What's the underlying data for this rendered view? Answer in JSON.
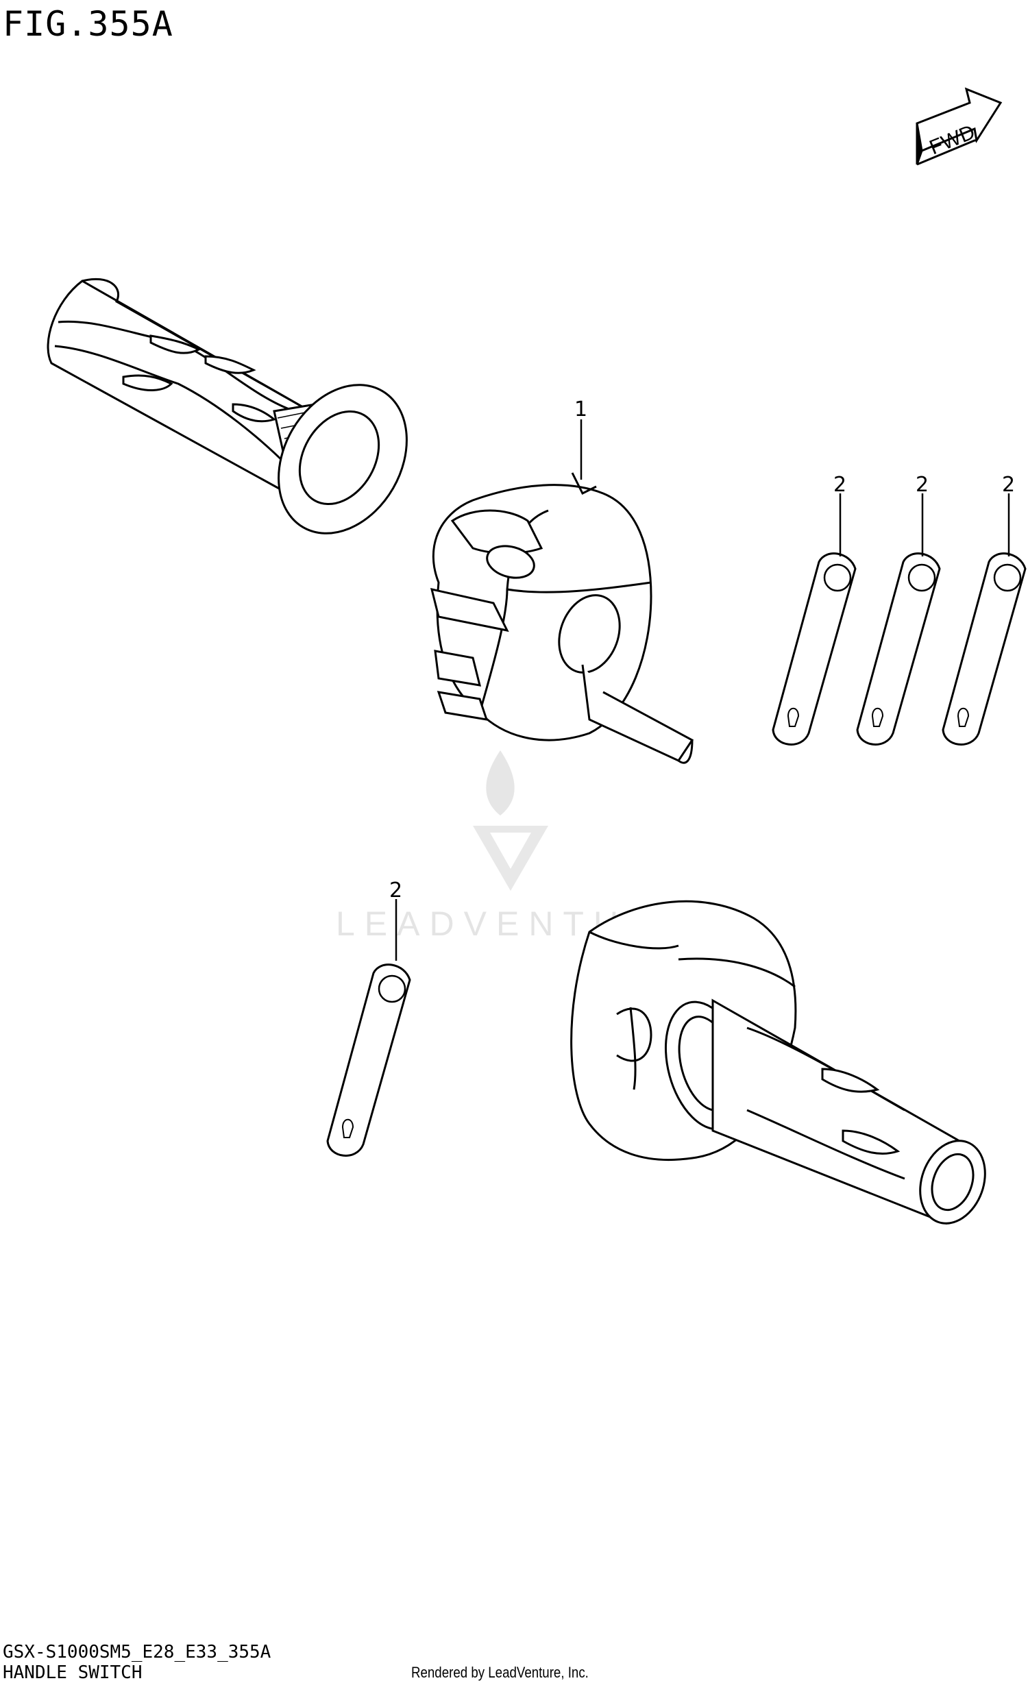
{
  "figure": {
    "title": "FIG.355A",
    "model_code": "GSX-S1000SM5_E28_E33_355A",
    "section_name": "HANDLE SWITCH",
    "rendered_by": "Rendered by LeadVenture, Inc."
  },
  "direction_badge": {
    "label": "FWD"
  },
  "watermark": {
    "text": "LEADVENTURE"
  },
  "callouts": [
    {
      "number": "1",
      "part": "handle switch"
    },
    {
      "number": "2",
      "part": "clamp"
    },
    {
      "number": "2",
      "part": "clamp"
    },
    {
      "number": "2",
      "part": "clamp"
    },
    {
      "number": "2",
      "part": "clamp"
    }
  ]
}
